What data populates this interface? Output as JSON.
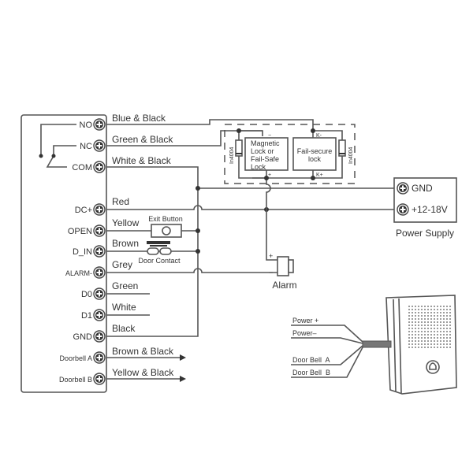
{
  "controller": {
    "terminals": [
      {
        "label": "NO",
        "wire": "Blue & Black"
      },
      {
        "label": "NC",
        "wire": "Green & Black"
      },
      {
        "label": "COM",
        "wire": "White & Black"
      },
      {
        "label": "DC+",
        "wire": "Red"
      },
      {
        "label": "OPEN",
        "wire": "Yellow"
      },
      {
        "label": "D_IN",
        "wire": "Brown"
      },
      {
        "label": "ALARM-",
        "wire": "Grey"
      },
      {
        "label": "D0",
        "wire": "Green"
      },
      {
        "label": "D1",
        "wire": "White"
      },
      {
        "label": "GND",
        "wire": "Black"
      },
      {
        "label": "Doorbell A",
        "wire": "Brown & Black"
      },
      {
        "label": "Doorbell B",
        "wire": "Yellow & Black"
      }
    ]
  },
  "locks": {
    "magnetic": "Magnetic Lock or Fail-Safe Lock",
    "magnetic_lines": [
      "Magnetic",
      "Lock or",
      "Fail-Safe",
      "Lock"
    ],
    "failsecure_lines": [
      "Fail-secure",
      "lock"
    ],
    "diode": "In4004",
    "minus": "−",
    "plus": "+",
    "k_minus": "K-",
    "k_plus": "K+"
  },
  "components": {
    "exit_button": "Exit Button",
    "door_contact": "Door Contact",
    "alarm": "Alarm",
    "alarm_plus": "+",
    "alarm_minus": "−"
  },
  "power_supply": {
    "title": "Power Supply",
    "terminals": [
      "GND",
      "+12-18V"
    ]
  },
  "doorbell": {
    "wires": [
      "Power +",
      "Power–",
      "Door Bell  A",
      "Door Bell  B"
    ],
    "icon": "bell-icon"
  }
}
